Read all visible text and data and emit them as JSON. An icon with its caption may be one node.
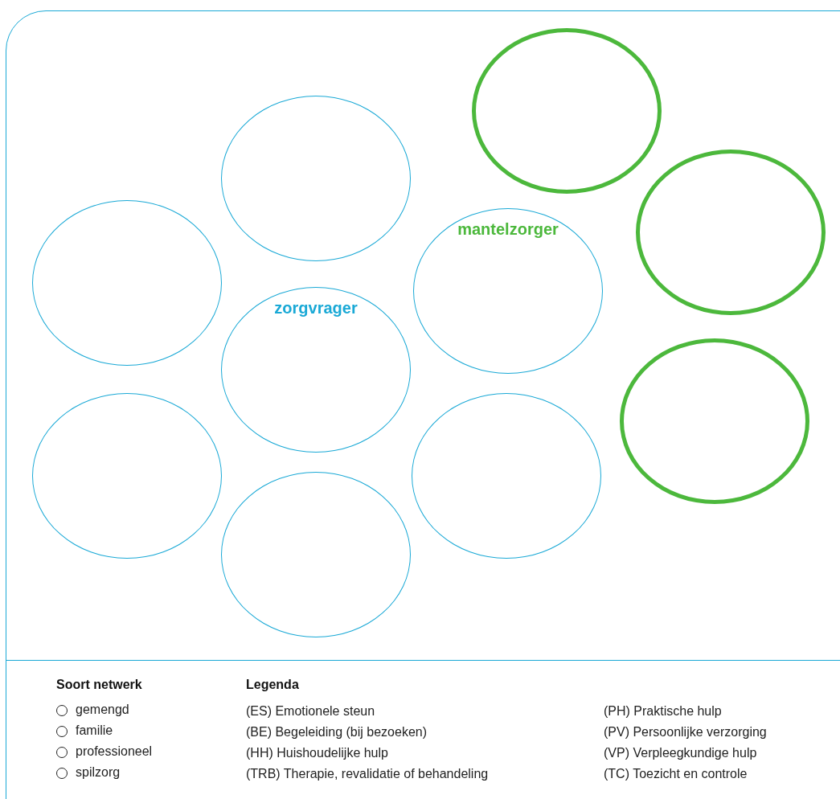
{
  "diagram": {
    "nodes": [
      {
        "text": [],
        "shape": "circle"
      },
      {
        "text": [],
        "shape": "circle"
      },
      {
        "text": [],
        "shape": "circle"
      },
      {
        "text": [],
        "shape": "circle"
      },
      {
        "text": [
          "mantelzorger"
        ]
      },
      {
        "text": [
          "zorgvrager"
        ]
      },
      {
        "text": [],
        "shape": "circle"
      },
      {
        "text": [],
        "shape": "circle"
      },
      {
        "text": [],
        "shape": "circle"
      },
      {
        "text": [],
        "shape": "circle"
      }
    ],
    "edges": [],
    "labels": [
      "Soort netwerk",
      "gemengd",
      "familie",
      "professioneel",
      "spilzorg",
      "Legenda",
      "(ES) Emotionele steun",
      "(BE) Begeleiding (bij bezoeken)",
      "(HH) Huishoudelijke hulp",
      "(TRB) Therapie, revalidatie of behandeling",
      "(PH) Praktische hulp",
      "(PV) Persoonlijke verzorging",
      "(VP) Verpleegkundige hulp",
      "(TC) Toezicht en controle"
    ]
  }
}
